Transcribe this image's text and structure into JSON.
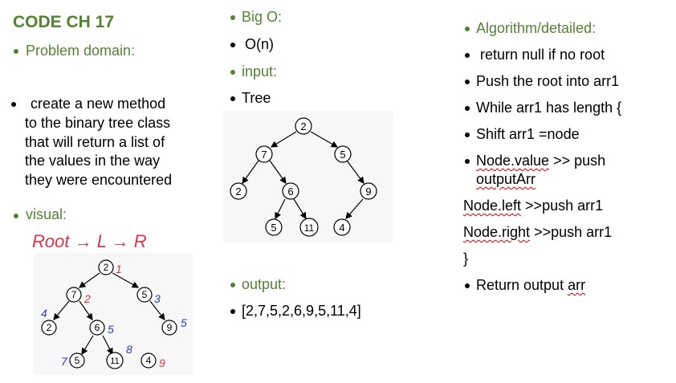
{
  "left": {
    "title": "CODE CH 17",
    "problem_heading": "Problem domain:",
    "problem_lines": [
      "create a new method",
      "to the binary tree class",
      "that will return a list of",
      "the values in the way",
      "they were encountered"
    ],
    "visual_heading": "visual:",
    "handwritten_note": "Root → L → R",
    "tree_nodes": [
      "2",
      "7",
      "5",
      "2",
      "6",
      "9",
      "5",
      "11",
      "4"
    ],
    "order_marks": [
      "1",
      "2",
      "3",
      "4",
      "5",
      "5",
      "7",
      "8",
      "9"
    ]
  },
  "middle": {
    "bigo_heading": "Big O:",
    "bigo_value": "O(n)",
    "input_heading": "input:",
    "input_value": "Tree",
    "tree_nodes": [
      "2",
      "7",
      "5",
      "2",
      "6",
      "9",
      "5",
      "11",
      "4"
    ],
    "output_heading": "output:",
    "output_value": "[2,7,5,2,6,9,5,11,4]"
  },
  "right": {
    "algo_heading": "Algorithm/detailed:",
    "step1": "return null if no root",
    "step2": "Push the root into arr1",
    "step3": "While arr1 has length {",
    "step4": "Shift arr1 =node",
    "step5a": "Node.value",
    "step5b": " >> push",
    "step5c": "outputArr",
    "line6a": "Node.left",
    "line6b": " >>push arr1",
    "line7a": "Node.right",
    "line7b": " >>push arr1",
    "close_brace": "}",
    "step8a": "Return output ",
    "step8b": "arr"
  },
  "colors": {
    "heading_green": "#548235",
    "annotation_red": "#d9334a",
    "annotation_blue": "#2e3fb8",
    "spell_red": "#d00000"
  }
}
